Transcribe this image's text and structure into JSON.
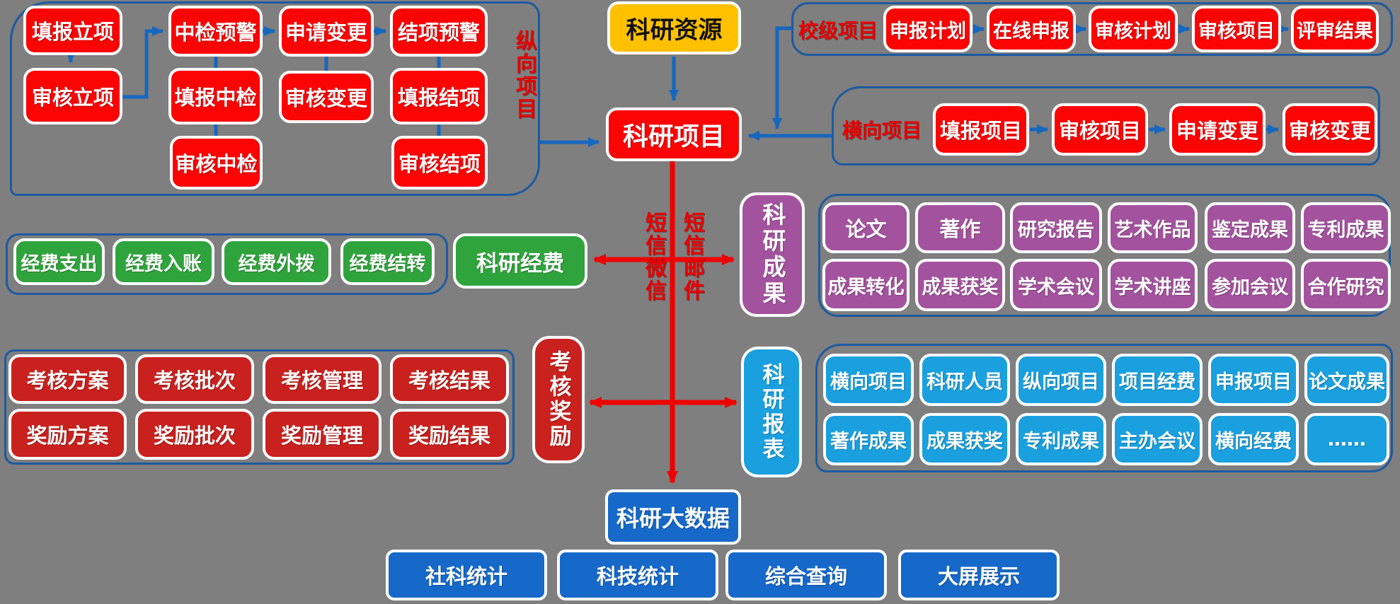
{
  "background_color": "#7f7f7f",
  "colors": {
    "red_box": "#fb0404",
    "crimson_box": "#c9211e",
    "green_box": "#2fa43c",
    "purple_box": "#a3539e",
    "cyan_box": "#1aa0df",
    "royal_blue_box": "#1669c9",
    "yellow_box": "#ffc000",
    "blue_connector": "#1667c0",
    "red_connector": "#ee0000",
    "cluster_border": "#1c5aa0"
  },
  "center": {
    "resources": "科研资源",
    "projects": "科研项目",
    "funds": "科研经费",
    "achievements": "科研成果",
    "assessment_rewards": "考核奖励",
    "reports": "科研报表",
    "bigdata": "科研大数据",
    "label_sms_wechat": "短信微信",
    "label_sms_email": "短信邮件"
  },
  "vertical_cluster": {
    "label": "纵向项目",
    "boxes": [
      "填报立项",
      "审核立项",
      "中检预警",
      "填报中检",
      "审核中检",
      "申请变更",
      "审核变更",
      "结项预警",
      "填报结项",
      "审核结项"
    ]
  },
  "school_cluster": {
    "label": "校级项目",
    "boxes": [
      "申报计划",
      "在线申报",
      "审核计划",
      "审核项目",
      "评审结果"
    ]
  },
  "horizontal_cluster": {
    "label": "横向项目",
    "boxes": [
      "填报项目",
      "审核项目",
      "申请变更",
      "审核变更"
    ]
  },
  "funds_cluster": {
    "boxes": [
      "经费支出",
      "经费入账",
      "经费外拨",
      "经费结转"
    ]
  },
  "achievements_cluster": {
    "row1": [
      "论文",
      "著作",
      "研究报告",
      "艺术作品",
      "鉴定成果",
      "专利成果"
    ],
    "row2": [
      "成果转化",
      "成果获奖",
      "学术会议",
      "学术讲座",
      "参加会议",
      "合作研究"
    ]
  },
  "assessment_cluster": {
    "row1": [
      "考核方案",
      "考核批次",
      "考核管理",
      "考核结果"
    ],
    "row2": [
      "奖励方案",
      "奖励批次",
      "奖励管理",
      "奖励结果"
    ]
  },
  "reports_cluster": {
    "row1": [
      "横向项目",
      "科研人员",
      "纵向项目",
      "项目经费",
      "申报项目",
      "论文成果"
    ],
    "row2": [
      "著作成果",
      "成果获奖",
      "专利成果",
      "主办会议",
      "横向经费",
      "……"
    ]
  },
  "bigdata_row": [
    "社科统计",
    "科技统计",
    "综合查询",
    "大屏展示"
  ]
}
